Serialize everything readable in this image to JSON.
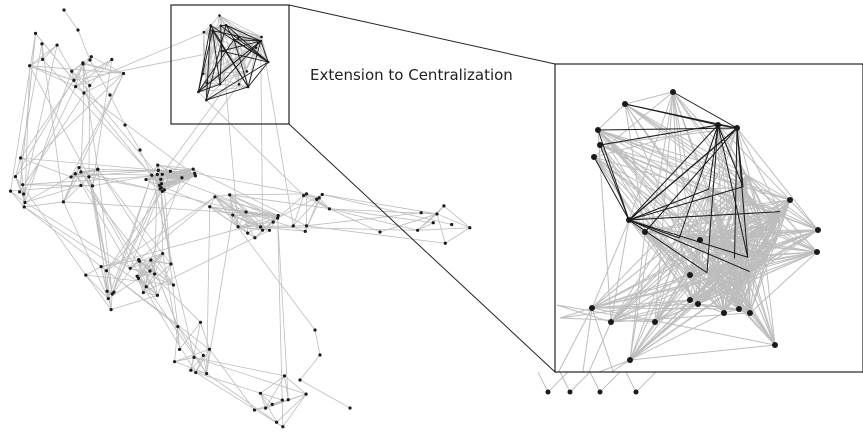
{
  "annotation": {
    "label": "Extension to Centralization"
  },
  "colors": {
    "edge": "#bdbdbd",
    "highlight_edge": "#1a1a1a",
    "node": "#1a1a1a",
    "frame": "#222222",
    "background": "#ffffff"
  },
  "network": {
    "description_icon": "network-graph",
    "zoomed_cluster_highlight": "central nodes connected by dark edges"
  }
}
